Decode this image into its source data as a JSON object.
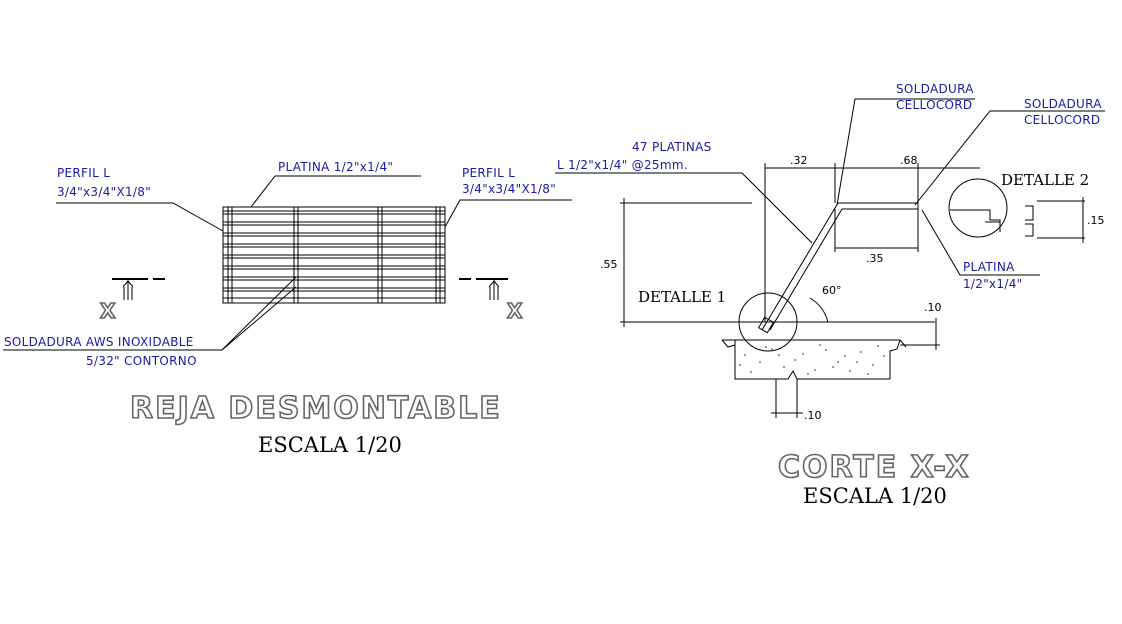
{
  "left_view": {
    "title": "REJA DESMONTABLE",
    "scale": "ESCALA  1/20",
    "label_perfil_left": [
      "PERFIL L",
      "3/4\"x3/4\"X1/8\""
    ],
    "label_platina": "PLATINA 1/2\"x1/4\"",
    "label_perfil_right": [
      "PERFIL L",
      "3/4\"x3/4\"X1/8\""
    ],
    "label_soldadura": [
      "SOLDADURA AWS INOXIDABLE",
      "5/32\" CONTORNO"
    ],
    "section_mark": "X"
  },
  "right_view": {
    "title": "CORTE X-X",
    "scale": "ESCALA  1/20",
    "label_platinas": [
      "47 PLATINAS",
      "L 1/2\"x1/4\"  @25mm."
    ],
    "label_soldadura_1": [
      "SOLDADURA",
      "CELLOCORD"
    ],
    "label_soldadura_2": [
      "SOLDADURA",
      "CELLOCORD"
    ],
    "label_platina": [
      "PLATINA",
      "1/2\"x1/4\""
    ],
    "detalle_1": "DETALLE 1",
    "detalle_2": "DETALLE 2",
    "angle": "60°",
    "dims": {
      "d32": ".32",
      "d68": ".68",
      "d35": ".35",
      "d55": ".55",
      "d15": ".15",
      "d10_right": ".10",
      "d10_bottom": ".10"
    }
  }
}
